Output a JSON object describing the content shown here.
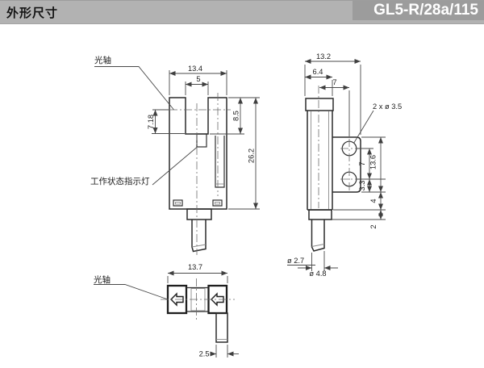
{
  "header": {
    "title": "外形尺寸",
    "model": "GL5-R/28a/115"
  },
  "colors": {
    "header_bg": "#b2b2b2",
    "model_box_bg": "#9c9c9c",
    "line": "#2b2b2b",
    "dim_line": "#4a4a4a"
  },
  "drawing": {
    "front": {
      "optical_axis_label": "光轴",
      "status_led_label": "工作状态指示灯",
      "dim_width": "13.4",
      "dim_slot_width": "5",
      "dim_axis_to_slot_bottom": "7.18",
      "dim_slot_depth": "8.5",
      "dim_height": "26.2"
    },
    "side": {
      "dim_width": "13.2",
      "dim_body_width": "6.4",
      "dim_axis_to_hole": "7",
      "holes_label": "2 x ø 3.5",
      "dim_flange_height": "13.6",
      "dim_hole_pitch": "7",
      "dim_hole_to_edge": "3.3",
      "dim_flange_to_body_end": "4",
      "dim_gland": "2",
      "dim_cable_core": "ø 2.7",
      "dim_cable_outer": "ø 4.8"
    },
    "bottom": {
      "optical_axis_label": "光轴",
      "dim_width": "13.7",
      "dim_flange_thickness": "2.5"
    }
  }
}
